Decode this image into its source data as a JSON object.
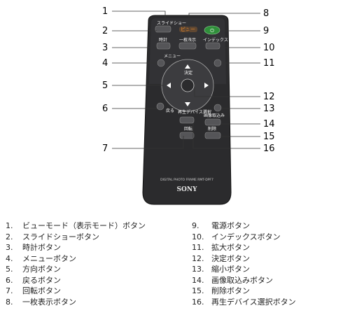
{
  "remote": {
    "texts": {
      "slideshow": "スライドショー",
      "view": "ビュー",
      "clock": "時計",
      "single": "一枚表示",
      "index": "インデックス",
      "menu": "メニュー",
      "enter": "決定",
      "back": "戻る",
      "device": "再生デバイス選択",
      "import": "画像取込み",
      "rotate": "回転",
      "delete": "削除",
      "model": "DIGITAL PHOTO FRAME RMT-DPF7",
      "brand": "SONY"
    }
  },
  "callouts": [
    {
      "n": "1"
    },
    {
      "n": "2"
    },
    {
      "n": "3"
    },
    {
      "n": "4"
    },
    {
      "n": "5"
    },
    {
      "n": "6"
    },
    {
      "n": "7"
    },
    {
      "n": "8"
    },
    {
      "n": "9"
    },
    {
      "n": "10"
    },
    {
      "n": "11"
    },
    {
      "n": "12"
    },
    {
      "n": "13"
    },
    {
      "n": "14"
    },
    {
      "n": "15"
    },
    {
      "n": "16"
    }
  ],
  "legend_left": [
    {
      "num": "1.",
      "text": "ビューモード（表示モード）ボタン"
    },
    {
      "num": "2.",
      "text": "スライドショーボタン"
    },
    {
      "num": "3.",
      "text": "時計ボタン"
    },
    {
      "num": "4.",
      "text": "メニューボタン"
    },
    {
      "num": "5.",
      "text": "方向ボタン"
    },
    {
      "num": "6.",
      "text": "戻るボタン"
    },
    {
      "num": "7.",
      "text": "回転ボタン"
    },
    {
      "num": "8.",
      "text": "一枚表示ボタン"
    }
  ],
  "legend_right": [
    {
      "num": "9.",
      "text": "電源ボタン"
    },
    {
      "num": "10.",
      "text": "インデックスボタン"
    },
    {
      "num": "11.",
      "text": "拡大ボタン"
    },
    {
      "num": "12.",
      "text": "決定ボタン"
    },
    {
      "num": "13.",
      "text": "縮小ボタン"
    },
    {
      "num": "14.",
      "text": "画像取込みボタン"
    },
    {
      "num": "15.",
      "text": "削除ボタン"
    },
    {
      "num": "16.",
      "text": "再生デバイス選択ボタン"
    }
  ]
}
